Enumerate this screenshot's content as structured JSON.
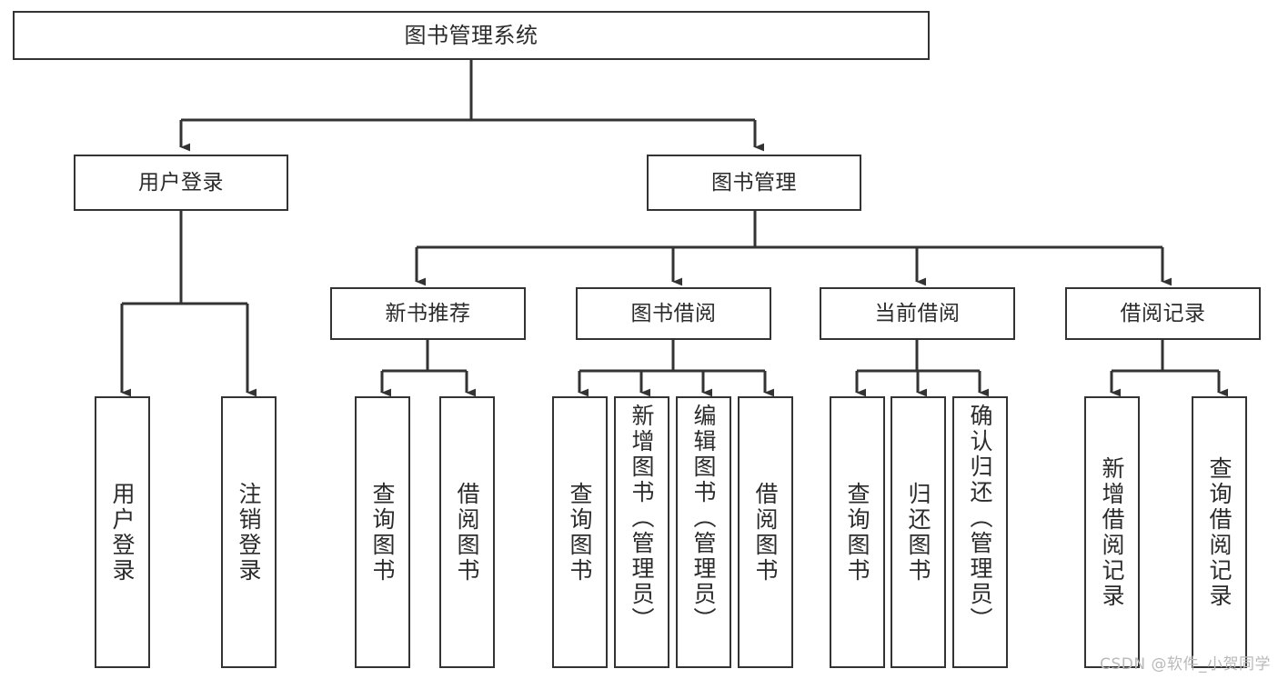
{
  "diagram": {
    "title": "图书管理系统",
    "watermark": "CSDN @软件_小贺同学",
    "stroke_color": "#333333",
    "text_color": "#2b2b2b",
    "background_color": "#ffffff",
    "root": {
      "label": "图书管理系统"
    },
    "level2": [
      {
        "label": "用户登录"
      },
      {
        "label": "图书管理"
      }
    ],
    "level3": [
      {
        "label": "新书推荐"
      },
      {
        "label": "图书借阅"
      },
      {
        "label": "当前借阅"
      },
      {
        "label": "借阅记录"
      }
    ],
    "leaves": {
      "user_login": [
        {
          "label": "用户登录"
        },
        {
          "label": "注销登录"
        }
      ],
      "new_book_recommend": [
        {
          "label": "查询图书"
        },
        {
          "label": "借阅图书"
        }
      ],
      "book_borrow": [
        {
          "label": "查询图书"
        },
        {
          "label": "新增图书（管理员）"
        },
        {
          "label": "编辑图书（管理员）"
        },
        {
          "label": "借阅图书"
        }
      ],
      "current_borrow": [
        {
          "label": "查询图书"
        },
        {
          "label": "归还图书"
        },
        {
          "label": "确认归还（管理员）"
        }
      ],
      "borrow_record": [
        {
          "label": "新增借阅记录"
        },
        {
          "label": "查询借阅记录"
        }
      ]
    }
  }
}
